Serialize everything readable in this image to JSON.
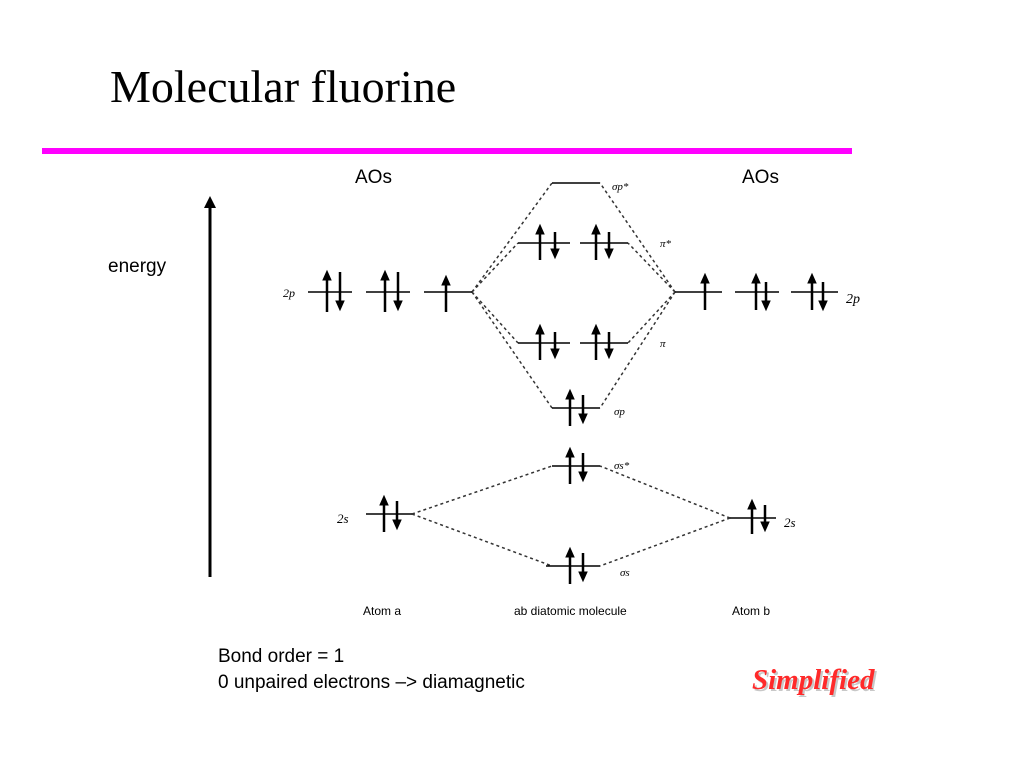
{
  "slide": {
    "title": "Molecular fluorine",
    "accent_color": "#ff00ff",
    "bond_order": "Bond order = 1",
    "magnetism": "0 unpaired electrons –> diamagnetic",
    "stamp": "Simplified",
    "stamp_color": "#ff2a2a"
  },
  "diagram": {
    "axis_label": "energy",
    "aos_left": "AOs",
    "aos_right": "AOs",
    "left_2p": "2p",
    "right_2p": "2p",
    "left_2s": "2s",
    "right_2s": "2s",
    "mo_sigma_p_star": "σp*",
    "mo_pi_star": "π*",
    "mo_pi": "π",
    "mo_sigma_p": "σp",
    "mo_sigma_s_star": "σs*",
    "mo_sigma_s": "σs",
    "atom_a": "Atom a",
    "molecule": "ab diatomic molecule",
    "atom_b": "Atom b",
    "occupancy": {
      "left_2p_orbitals": [
        2,
        2,
        1
      ],
      "right_2p_orbitals": [
        1,
        2,
        2
      ],
      "left_2s": 2,
      "right_2s": 2,
      "sigma_p_star": 0,
      "pi_star": [
        2,
        2
      ],
      "pi": [
        2,
        2
      ],
      "sigma_p": 2,
      "sigma_s_star": 2,
      "sigma_s": 2
    }
  }
}
